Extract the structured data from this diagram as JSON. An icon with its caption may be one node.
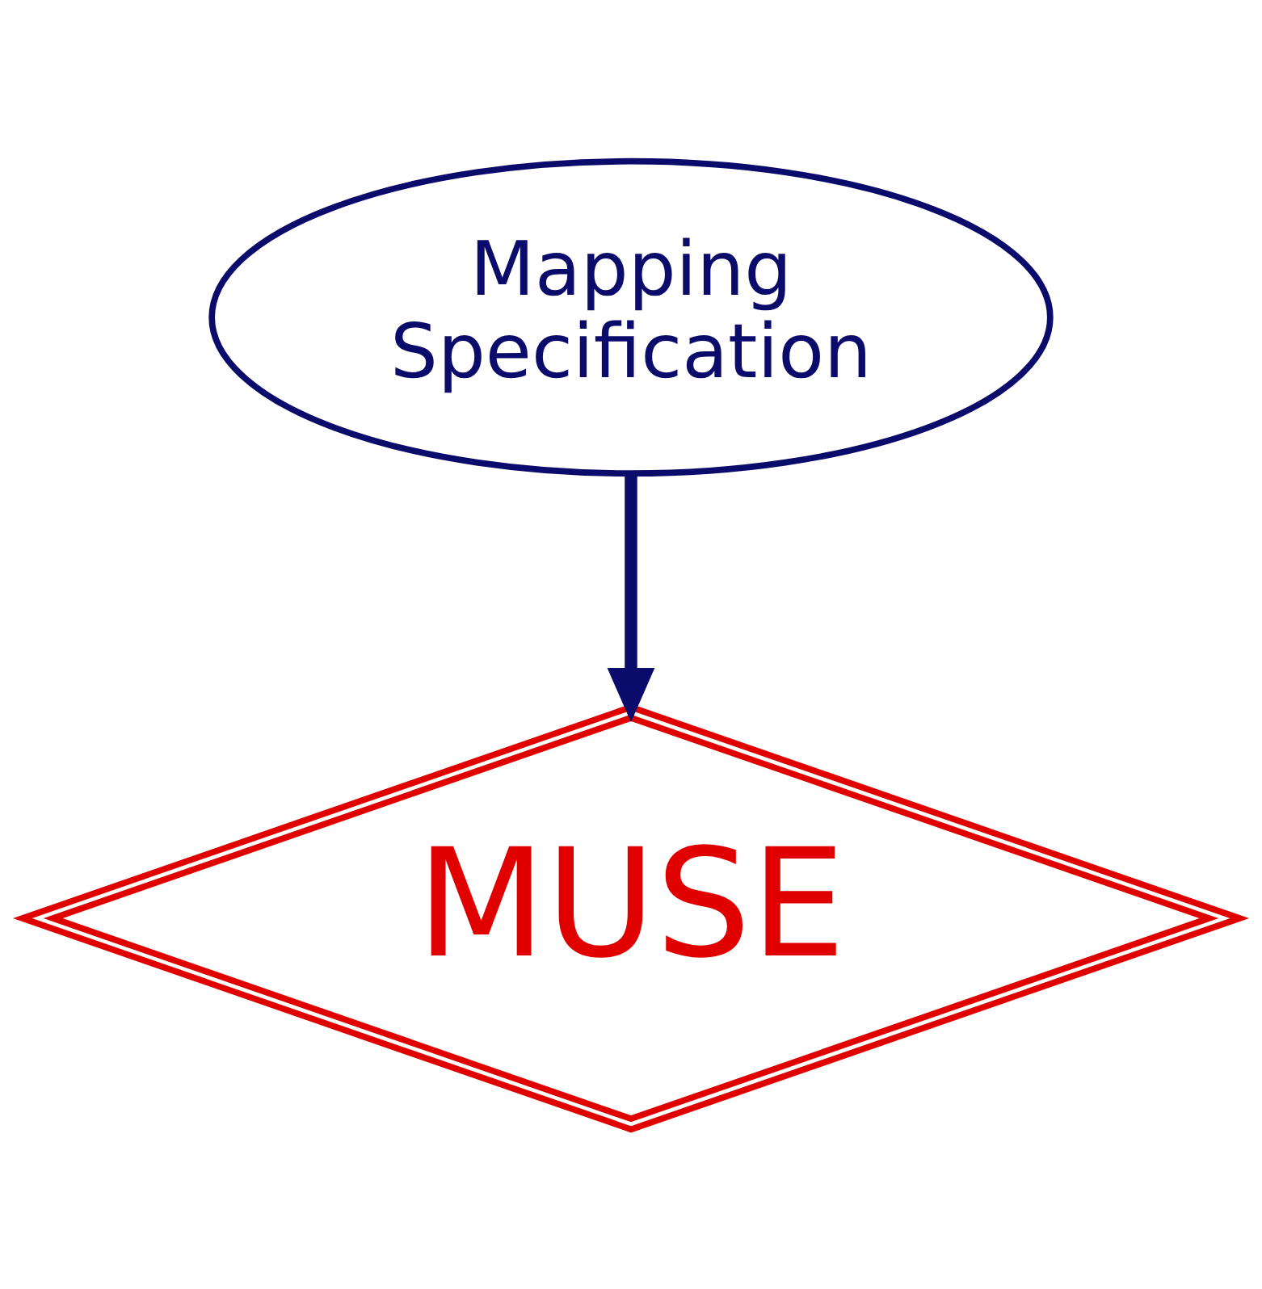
{
  "diagram": {
    "nodes": [
      {
        "text": [
          "Mapping Specification"
        ]
      },
      {
        "text": [
          "MUSE"
        ]
      }
    ],
    "edges": [
      {
        "from": 0,
        "to": 1,
        "arrow": "to"
      }
    ]
  }
}
